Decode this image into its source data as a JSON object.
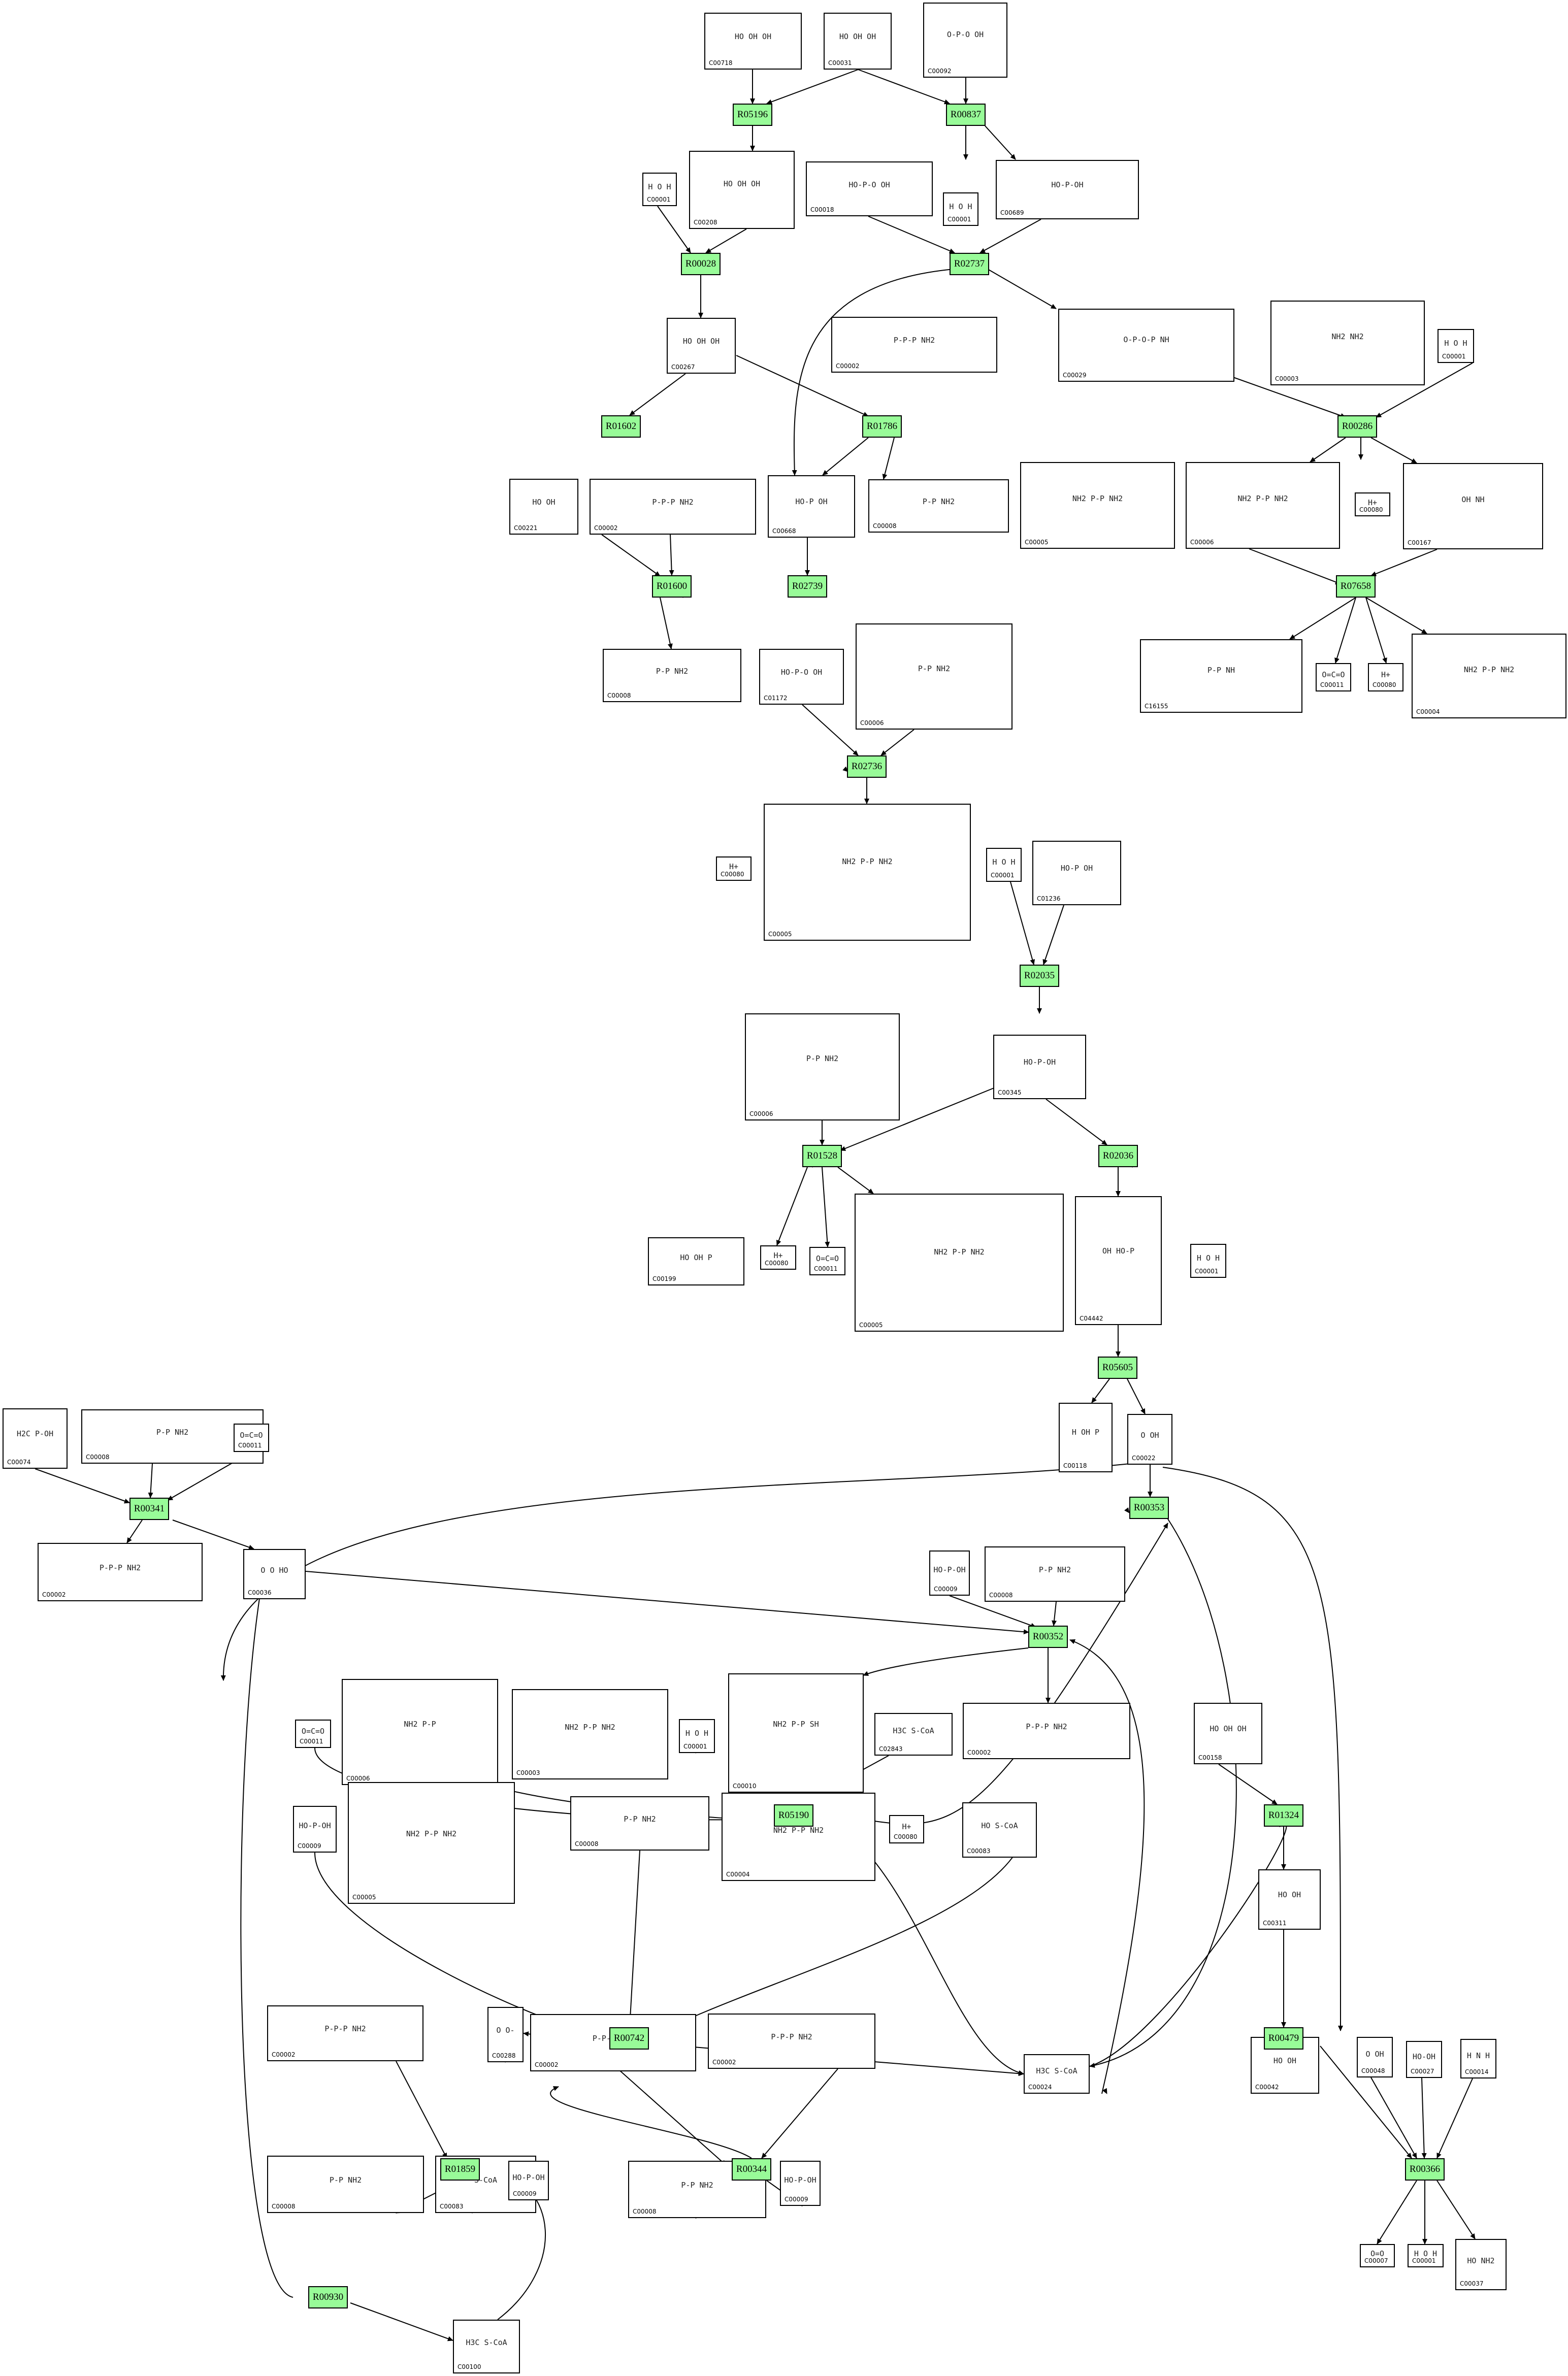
{
  "colors": {
    "reaction_fill": "#98fb98",
    "border": "#000000",
    "edge": "#000000"
  },
  "reactions": [
    {
      "label": "R05196"
    },
    {
      "label": "R00837"
    },
    {
      "label": "R00028"
    },
    {
      "label": "R02737"
    },
    {
      "label": "R01602"
    },
    {
      "label": "R01786"
    },
    {
      "label": "R00286"
    },
    {
      "label": "R01600"
    },
    {
      "label": "R02739"
    },
    {
      "label": "R07658"
    },
    {
      "label": "R02736"
    },
    {
      "label": "R02035"
    },
    {
      "label": "R01528"
    },
    {
      "label": "R02036"
    },
    {
      "label": "R05605"
    },
    {
      "label": "R00341"
    },
    {
      "label": "R00353"
    },
    {
      "label": "R00352"
    },
    {
      "label": "R05190"
    },
    {
      "label": "R01324"
    },
    {
      "label": "R00742"
    },
    {
      "label": "R00479"
    },
    {
      "label": "R01859"
    },
    {
      "label": "R00344"
    },
    {
      "label": "R00366"
    },
    {
      "label": "R00930"
    }
  ],
  "compounds": [
    {
      "id": "C00718",
      "formula": "HO OH OH"
    },
    {
      "id": "C00031",
      "formula": "HO OH OH"
    },
    {
      "id": "C00092",
      "formula": "O-P-O OH"
    },
    {
      "id": "C00208",
      "formula": "HO OH OH"
    },
    {
      "id": "C00001",
      "formula": "H O H"
    },
    {
      "id": "C00001",
      "formula": "H O H"
    },
    {
      "id": "C00018",
      "formula": "HO-P-O OH"
    },
    {
      "id": "C00689",
      "formula": "HO-P-OH"
    },
    {
      "id": "C00029",
      "formula": "O-P-O-P NH"
    },
    {
      "id": "C00003",
      "formula": "NH2 NH2"
    },
    {
      "id": "C00001",
      "formula": "H O H"
    },
    {
      "id": "C00267",
      "formula": "HO OH OH"
    },
    {
      "id": "C00002",
      "formula": "P-P-P NH2"
    },
    {
      "id": "C00221",
      "formula": "HO OH"
    },
    {
      "id": "C00002",
      "formula": "P-P-P NH2"
    },
    {
      "id": "C00668",
      "formula": "HO-P OH"
    },
    {
      "id": "C00008",
      "formula": "P-P NH2"
    },
    {
      "id": "C00005",
      "formula": "NH2 P-P NH2"
    },
    {
      "id": "C00006",
      "formula": "NH2 P-P NH2"
    },
    {
      "id": "C00080",
      "formula": "H+"
    },
    {
      "id": "C00167",
      "formula": "OH NH"
    },
    {
      "id": "C00008",
      "formula": "P-P NH2"
    },
    {
      "id": "C01172",
      "formula": "HO-P-O OH"
    },
    {
      "id": "C00006",
      "formula": "P-P NH2"
    },
    {
      "id": "C16155",
      "formula": "P-P NH"
    },
    {
      "id": "C00011",
      "formula": "O=C=O"
    },
    {
      "id": "C00080",
      "formula": "H+"
    },
    {
      "id": "C00004",
      "formula": "NH2 P-P NH2"
    },
    {
      "id": "C00080",
      "formula": "H+"
    },
    {
      "id": "C00005",
      "formula": "NH2 P-P NH2"
    },
    {
      "id": "C00001",
      "formula": "H O H"
    },
    {
      "id": "C01236",
      "formula": "HO-P OH"
    },
    {
      "id": "C00006",
      "formula": "P-P NH2"
    },
    {
      "id": "C00345",
      "formula": "HO-P-OH"
    },
    {
      "id": "C00199",
      "formula": "HO OH P"
    },
    {
      "id": "C00080",
      "formula": "H+"
    },
    {
      "id": "C00011",
      "formula": "O=C=O"
    },
    {
      "id": "C00005",
      "formula": "NH2 P-P NH2"
    },
    {
      "id": "C04442",
      "formula": "OH HO-P"
    },
    {
      "id": "C00001",
      "formula": "H O H"
    },
    {
      "id": "C00118",
      "formula": "H OH P"
    },
    {
      "id": "C00022",
      "formula": "O OH"
    },
    {
      "id": "C00074",
      "formula": "H2C P-OH"
    },
    {
      "id": "C00008",
      "formula": "P-P NH2"
    },
    {
      "id": "C00011",
      "formula": "O=C=O"
    },
    {
      "id": "C00002",
      "formula": "P-P-P NH2"
    },
    {
      "id": "C00036",
      "formula": "O O HO"
    },
    {
      "id": "C00009",
      "formula": "HO-P-OH"
    },
    {
      "id": "C00008",
      "formula": "P-P NH2"
    },
    {
      "id": "C00011",
      "formula": "O=C=O"
    },
    {
      "id": "C00006",
      "formula": "NH2 P-P"
    },
    {
      "id": "C00003",
      "formula": "NH2 P-P NH2"
    },
    {
      "id": "C00001",
      "formula": "H O H"
    },
    {
      "id": "C00010",
      "formula": "NH2 P-P SH"
    },
    {
      "id": "C02843",
      "formula": "H3C S-CoA"
    },
    {
      "id": "C00002",
      "formula": "P-P-P NH2"
    },
    {
      "id": "C00158",
      "formula": "HO OH OH"
    },
    {
      "id": "C00005",
      "formula": "NH2 P-P NH2"
    },
    {
      "id": "C00009",
      "formula": "HO-P-OH"
    },
    {
      "id": "C00008",
      "formula": "P-P NH2"
    },
    {
      "id": "C00004",
      "formula": "NH2 P-P NH2"
    },
    {
      "id": "C00080",
      "formula": "H+"
    },
    {
      "id": "C00083",
      "formula": "HO S-CoA"
    },
    {
      "id": "C00311",
      "formula": "HO OH"
    },
    {
      "id": "C00002",
      "formula": "P-P-P NH2"
    },
    {
      "id": "C00288",
      "formula": "O O-"
    },
    {
      "id": "C00002",
      "formula": "P-P-P NH2"
    },
    {
      "id": "C00002",
      "formula": "P-P-P NH2"
    },
    {
      "id": "C00024",
      "formula": "H3C S-CoA"
    },
    {
      "id": "C00042",
      "formula": "HO OH"
    },
    {
      "id": "C00048",
      "formula": "O OH"
    },
    {
      "id": "C00027",
      "formula": "HO-OH"
    },
    {
      "id": "C00014",
      "formula": "H N H"
    },
    {
      "id": "C00008",
      "formula": "P-P NH2"
    },
    {
      "id": "C00083",
      "formula": "S-CoA"
    },
    {
      "id": "C00009",
      "formula": "HO-P-OH"
    },
    {
      "id": "C00008",
      "formula": "P-P NH2"
    },
    {
      "id": "C00009",
      "formula": "HO-P-OH"
    },
    {
      "id": "C00007",
      "formula": "O=O"
    },
    {
      "id": "C00001",
      "formula": "H O H"
    },
    {
      "id": "C00037",
      "formula": "HO NH2"
    },
    {
      "id": "C00100",
      "formula": "H3C S-CoA"
    }
  ]
}
